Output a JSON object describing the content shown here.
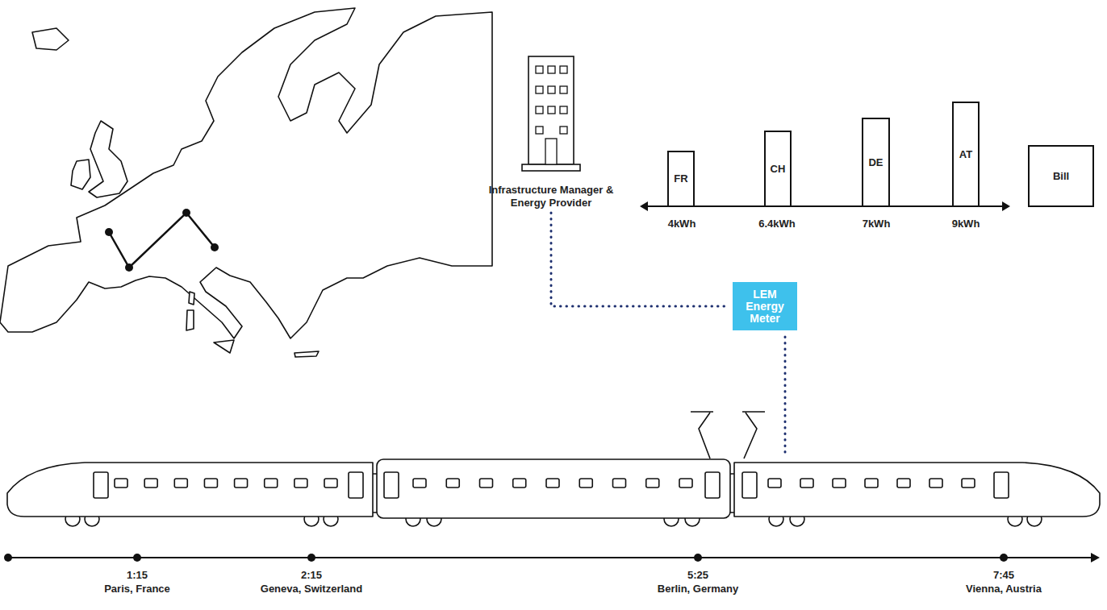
{
  "diagram": {
    "nodes": [
      {
        "text": [
          "Infrastructure Manager & Energy Provider"
        ]
      },
      {
        "text": [
          "FR"
        ]
      },
      {
        "text": [
          "CH"
        ]
      },
      {
        "text": [
          "DE"
        ]
      },
      {
        "text": [
          "AT"
        ]
      },
      {
        "text": [
          "Bill"
        ]
      },
      {
        "text": [
          "LEM Energy Meter"
        ]
      }
    ],
    "edges": [
      {
        "from": 0,
        "to": 6,
        "arrow": "none"
      }
    ],
    "labels": [
      "4kWh",
      "6.4kWh",
      "7kWh",
      "9kWh",
      "1:15",
      "Paris, France",
      "2:15",
      "Geneva, Switzerland",
      "5:25",
      "Berlin, Germany",
      "7:45",
      "Vienna, Austria"
    ]
  }
}
